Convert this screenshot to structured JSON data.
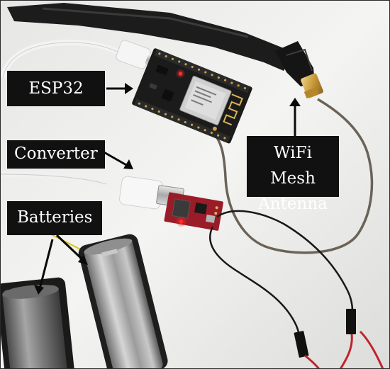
{
  "labels": {
    "esp32": "ESP32",
    "converter": "Converter",
    "batteries": "Batteries",
    "antenna_line1": "WiFi Mesh",
    "antenna_line2": "Antenna"
  },
  "colors": {
    "label_background": "#111111",
    "label_text": "#ffffff",
    "pcb_black": "#1b1b1b",
    "antenna_black": "#1c1c1c",
    "cable_white": "#f1f1f1",
    "converter_red": "#9a1c28",
    "battery_silver": "#b8b8b8",
    "wire_red": "#c0232d",
    "led_red": "#ff2a2a"
  }
}
